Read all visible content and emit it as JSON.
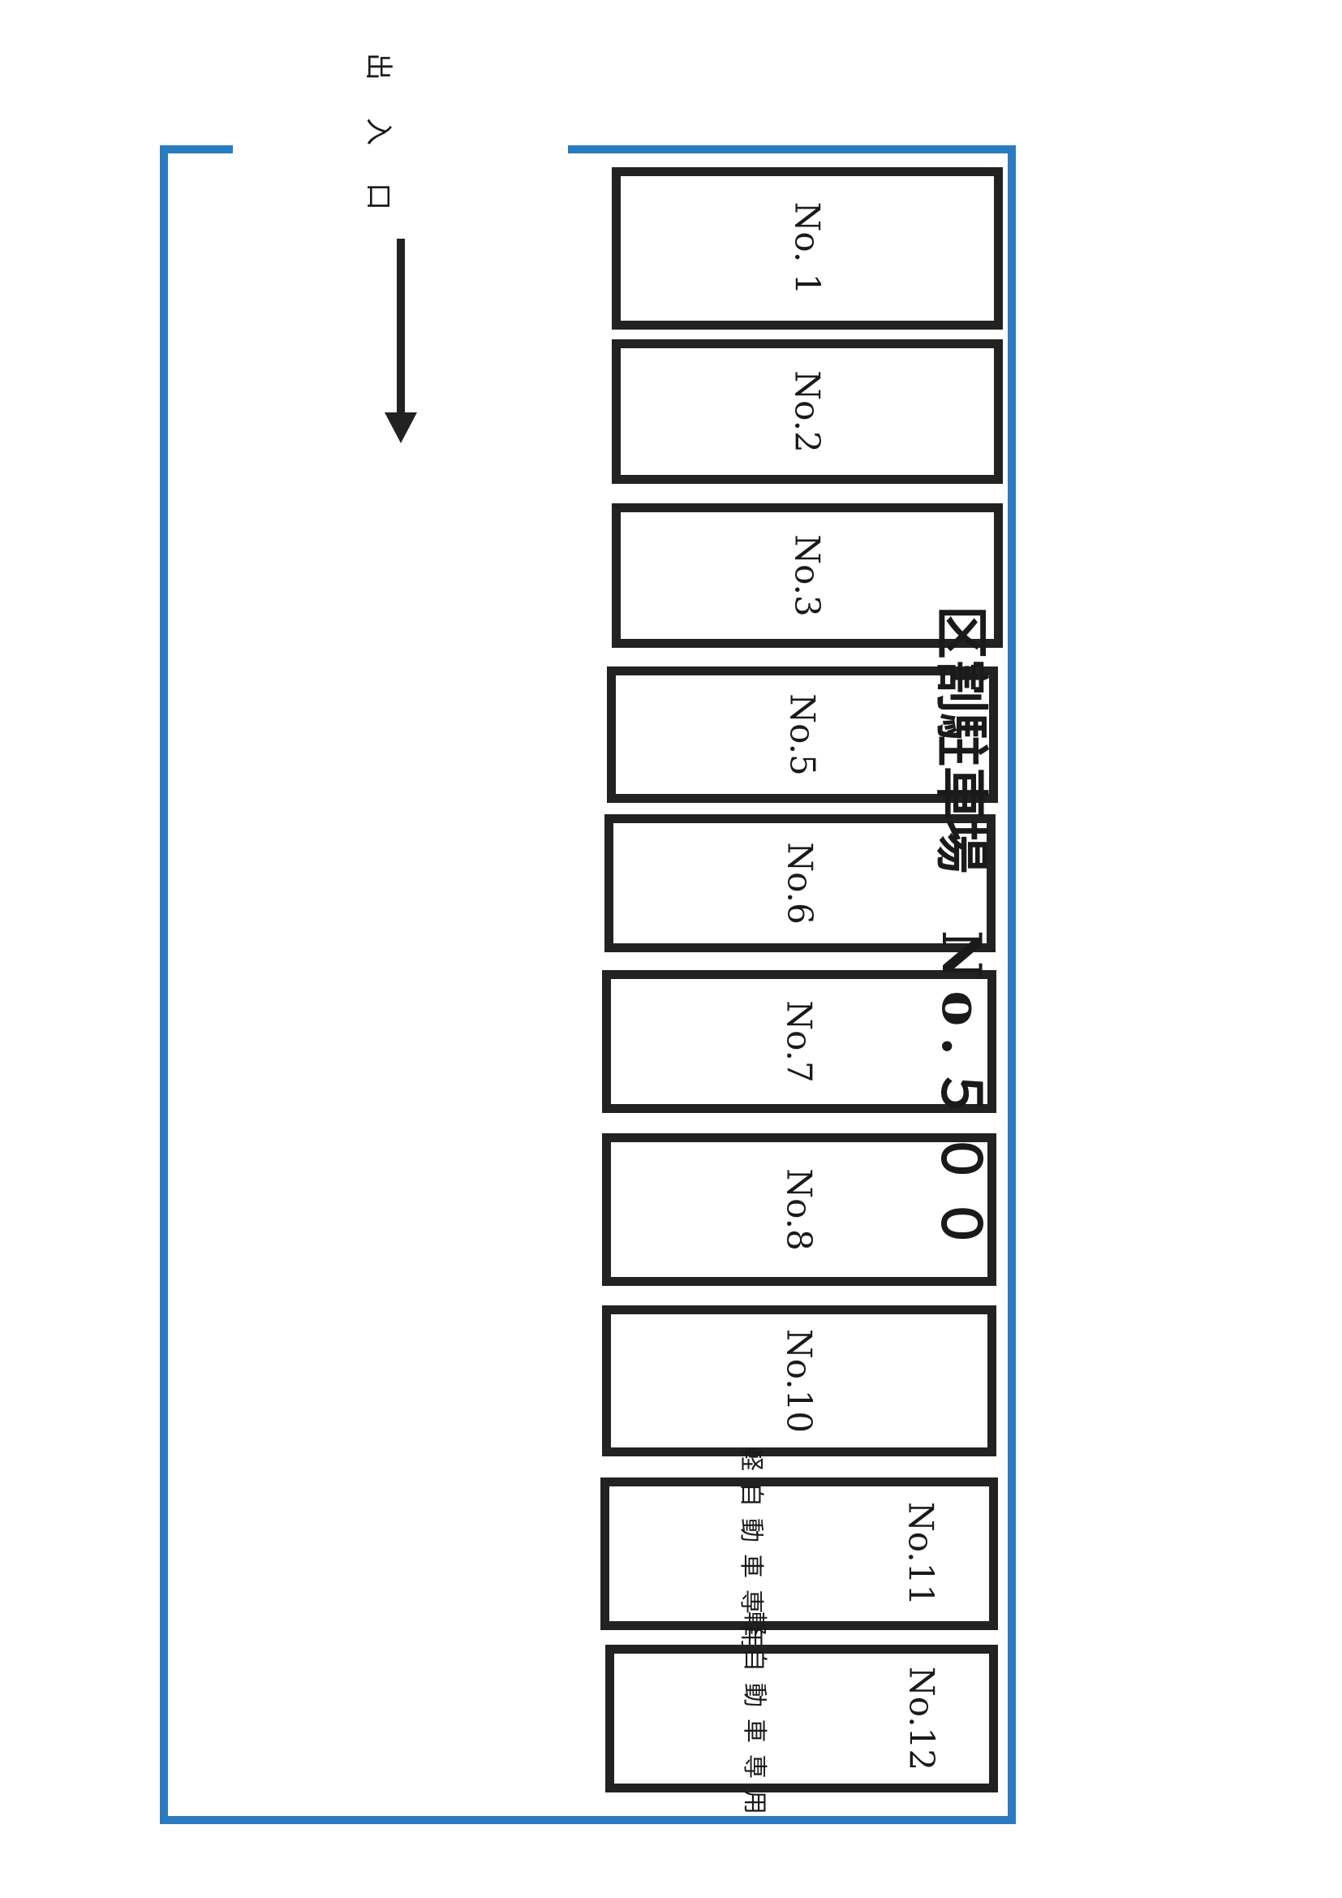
{
  "title": {
    "name": "区割駐車場",
    "number": "No.５００"
  },
  "entrance": {
    "label": "出入口"
  },
  "colors": {
    "boundary": "#2b7bc0",
    "space_border": "#222222"
  },
  "spaces": [
    {
      "id": "s1",
      "label": "No. 1",
      "note": ""
    },
    {
      "id": "s2",
      "label": "No.2",
      "note": ""
    },
    {
      "id": "s3",
      "label": "No.3",
      "note": ""
    },
    {
      "id": "s5",
      "label": "No.5",
      "note": ""
    },
    {
      "id": "s6",
      "label": "No.6",
      "note": ""
    },
    {
      "id": "s7",
      "label": "No.7",
      "note": ""
    },
    {
      "id": "s8",
      "label": "No.8",
      "note": ""
    },
    {
      "id": "s10",
      "label": "No.10",
      "note": ""
    },
    {
      "id": "s11",
      "label": "No.11",
      "note": "軽自動車専用"
    },
    {
      "id": "s12",
      "label": "No.12",
      "note": "軽自動車専用"
    }
  ],
  "icons": {
    "direction_arrow": "arrow-down-icon"
  }
}
